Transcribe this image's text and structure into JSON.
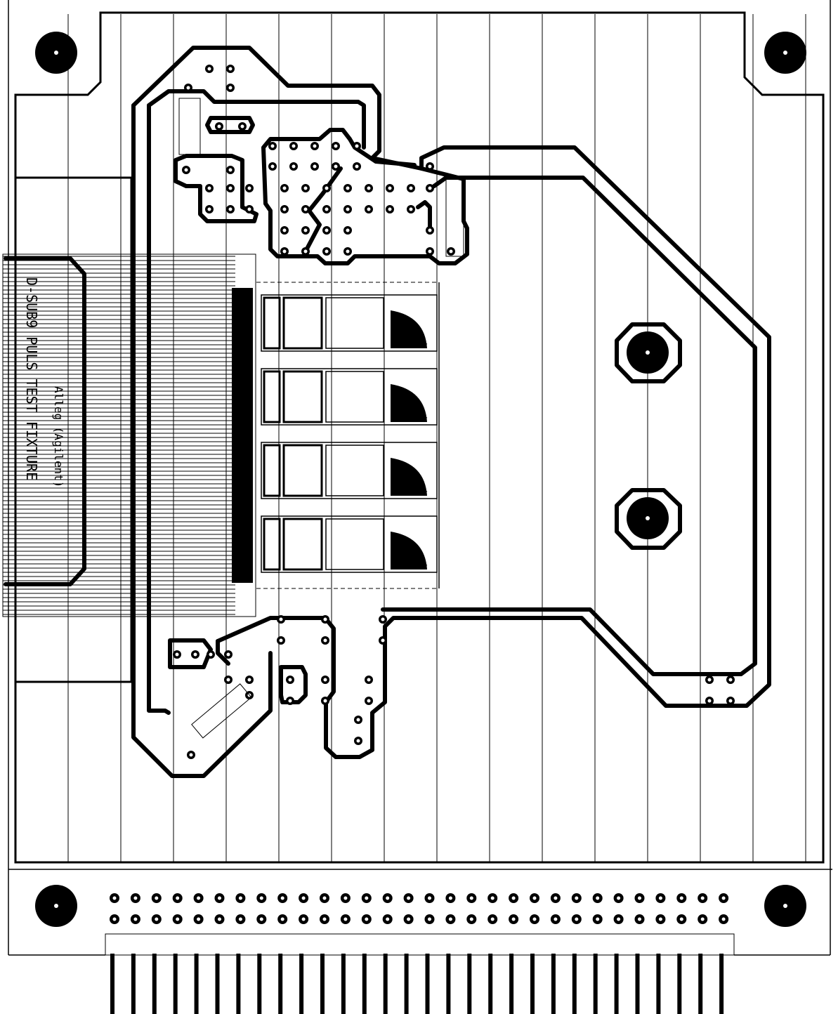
{
  "board": {
    "label_line_1": "D-SUB9 PULS TEST FIXTURE",
    "label_line_2": "Alleg (Agilent)"
  },
  "colors": {
    "copper": "#000000",
    "background": "#ffffff"
  },
  "edge_connector": {
    "pin_rows": 2,
    "pins_per_row": 30,
    "fingers": 30
  },
  "rf_channels": 4,
  "mounting_holes": 4
}
